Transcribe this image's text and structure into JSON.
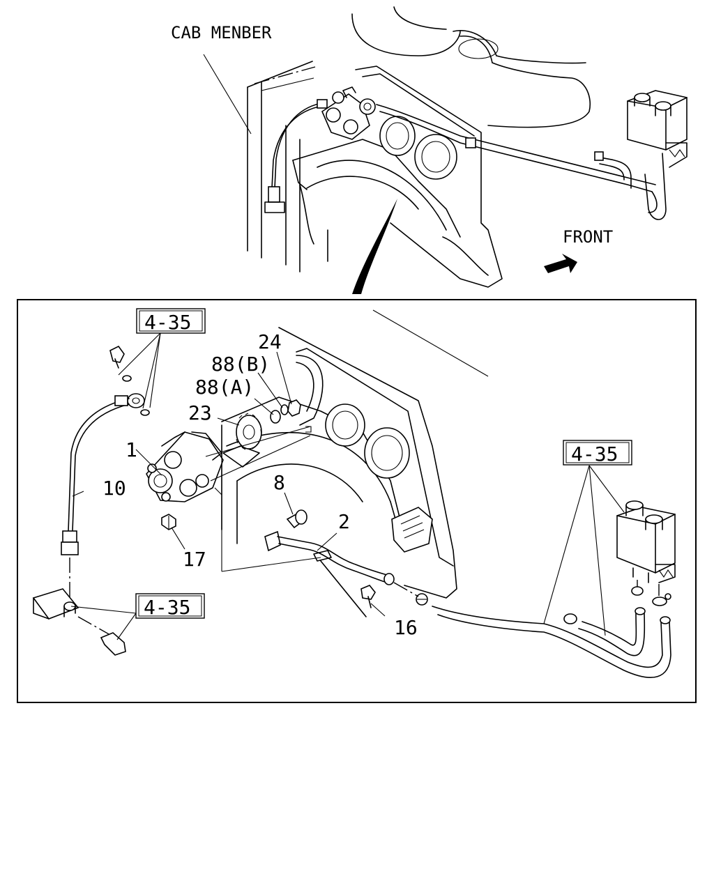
{
  "top_view": {
    "cab_member_label": "CAB MENBER",
    "front_label": "FRONT"
  },
  "detail_view": {
    "refs": {
      "ref_a": "4-35",
      "ref_b": "4-35",
      "ref_c": "4-35"
    },
    "parts": {
      "p24": "24",
      "p88b": "88(B)",
      "p88a": "88(A)",
      "p23": "23",
      "p1": "1",
      "p10": "10",
      "p8": "8",
      "p2": "2",
      "p17": "17",
      "p16": "16"
    }
  }
}
